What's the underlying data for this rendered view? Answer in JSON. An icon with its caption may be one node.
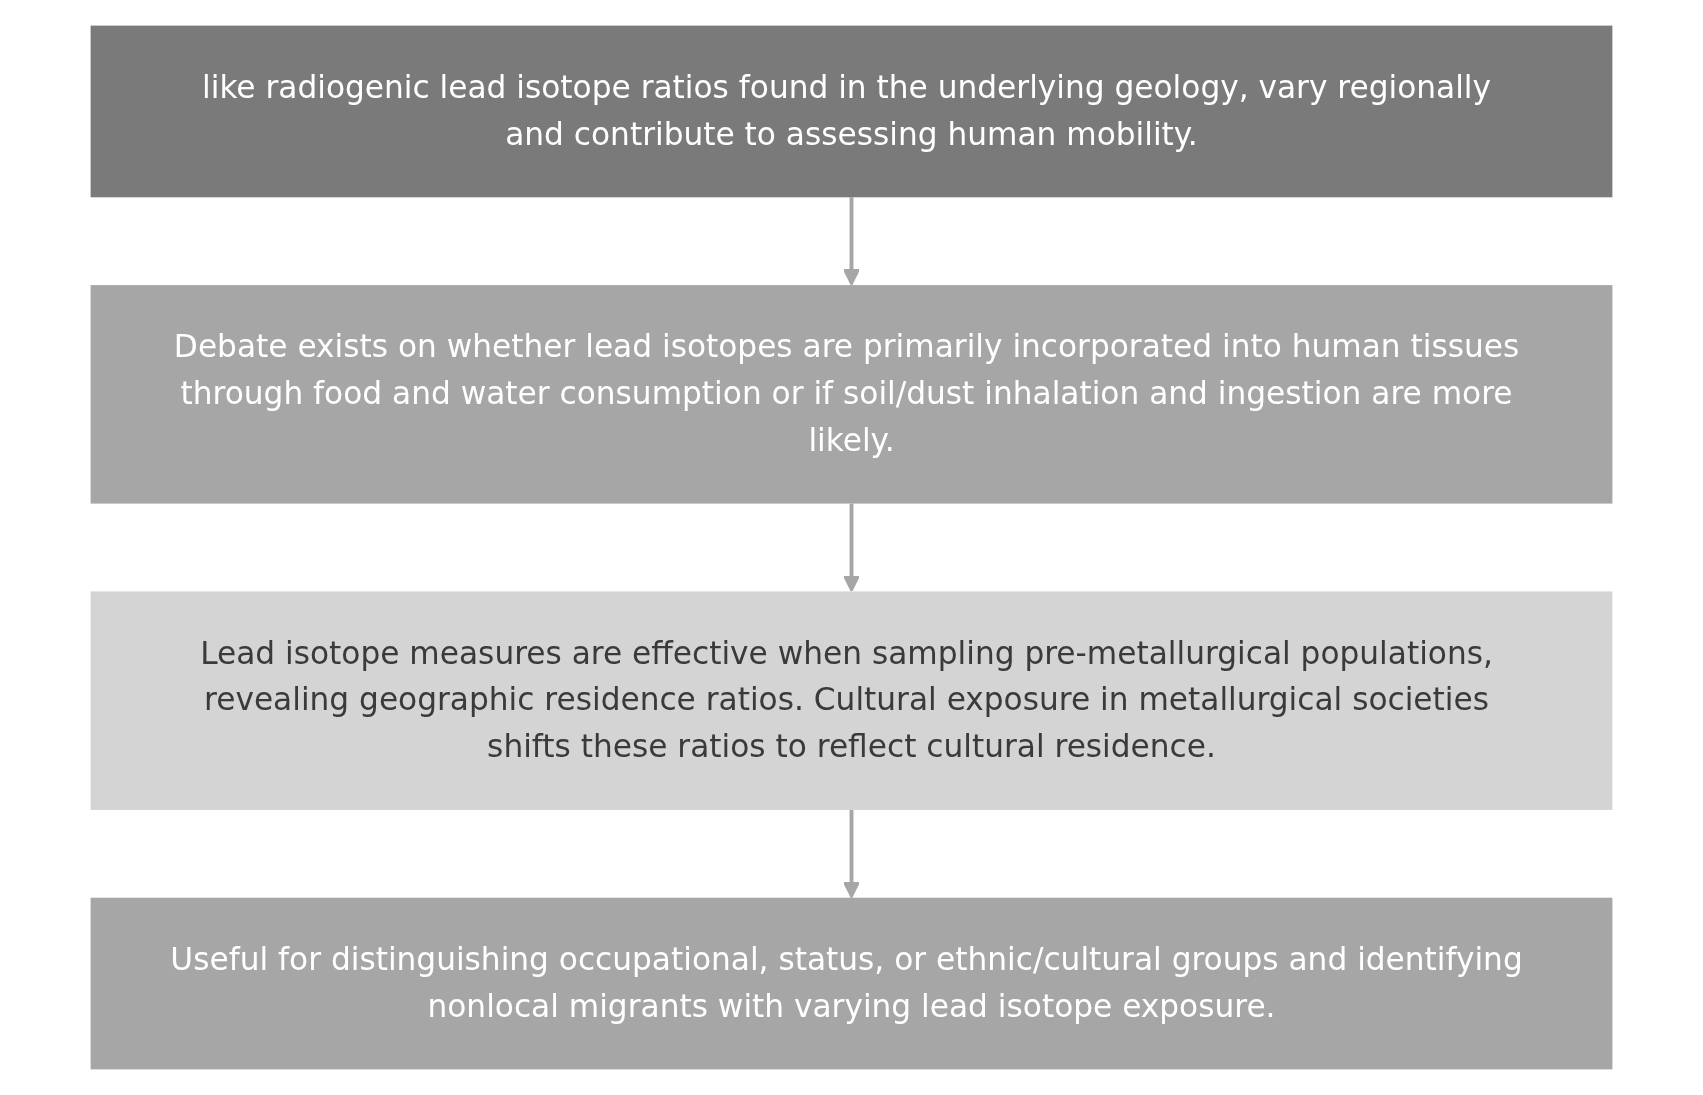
{
  "diagram": {
    "nodes": [
      {
        "text": [
          "like radiogenic lead isotope ratios found in the underlying geology, vary regionally and contribute to assessing human mobility."
        ]
      },
      {
        "text": [
          "Debate exists on whether lead isotopes are primarily incorporated into human tissues through food and water consumption or if soil/dust inhalation and ingestion are more likely."
        ]
      },
      {
        "text": [
          "Lead isotope measures are effective when sampling pre-metallurgical populations, revealing geographic residence ratios. Cultural exposure in metallurgical societies shifts these ratios to reflect cultural residence."
        ]
      },
      {
        "text": [
          "Useful for distinguishing occupational, status, or ethnic/cultural groups and identifying nonlocal migrants with varying lead isotope exposure."
        ]
      }
    ],
    "edges": [
      {
        "from": 0,
        "to": 1,
        "arrow": "to"
      },
      {
        "from": 1,
        "to": 2,
        "arrow": "to"
      },
      {
        "from": 2,
        "to": 3,
        "arrow": "to"
      }
    ]
  }
}
